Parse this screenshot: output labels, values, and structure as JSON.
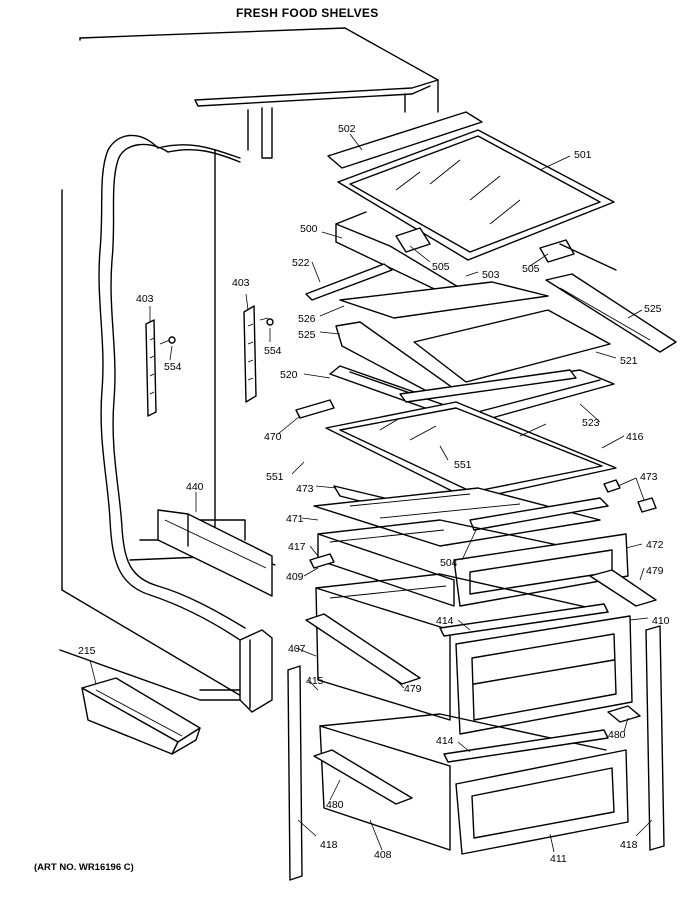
{
  "diagram": {
    "title": "FRESH FOOD SHELVES",
    "art_number": "(ART NO. WR16196 C)"
  },
  "labels": {
    "p502": "502",
    "p501": "501",
    "p500": "500",
    "p505a": "505",
    "p503": "503",
    "p505b": "505",
    "p522": "522",
    "p525a": "525",
    "p526": "526",
    "p525b": "525",
    "p521": "521",
    "p520": "520",
    "p523": "523",
    "p470": "470",
    "p416": "416",
    "p551a": "551",
    "p551b": "551",
    "p473a": "473",
    "p473b": "473",
    "p471": "471",
    "p504": "504",
    "p472": "472",
    "p417": "417",
    "p409": "409",
    "p479a": "479",
    "p414a": "414",
    "p410": "410",
    "p407": "407",
    "p415": "415",
    "p479b": "479",
    "p414b": "414",
    "p480a": "480",
    "p480b": "480",
    "p418a": "418",
    "p418b": "418",
    "p408": "408",
    "p411": "411",
    "p403a": "403",
    "p403b": "403",
    "p554a": "554",
    "p554b": "554",
    "p440": "440",
    "p215": "215"
  }
}
